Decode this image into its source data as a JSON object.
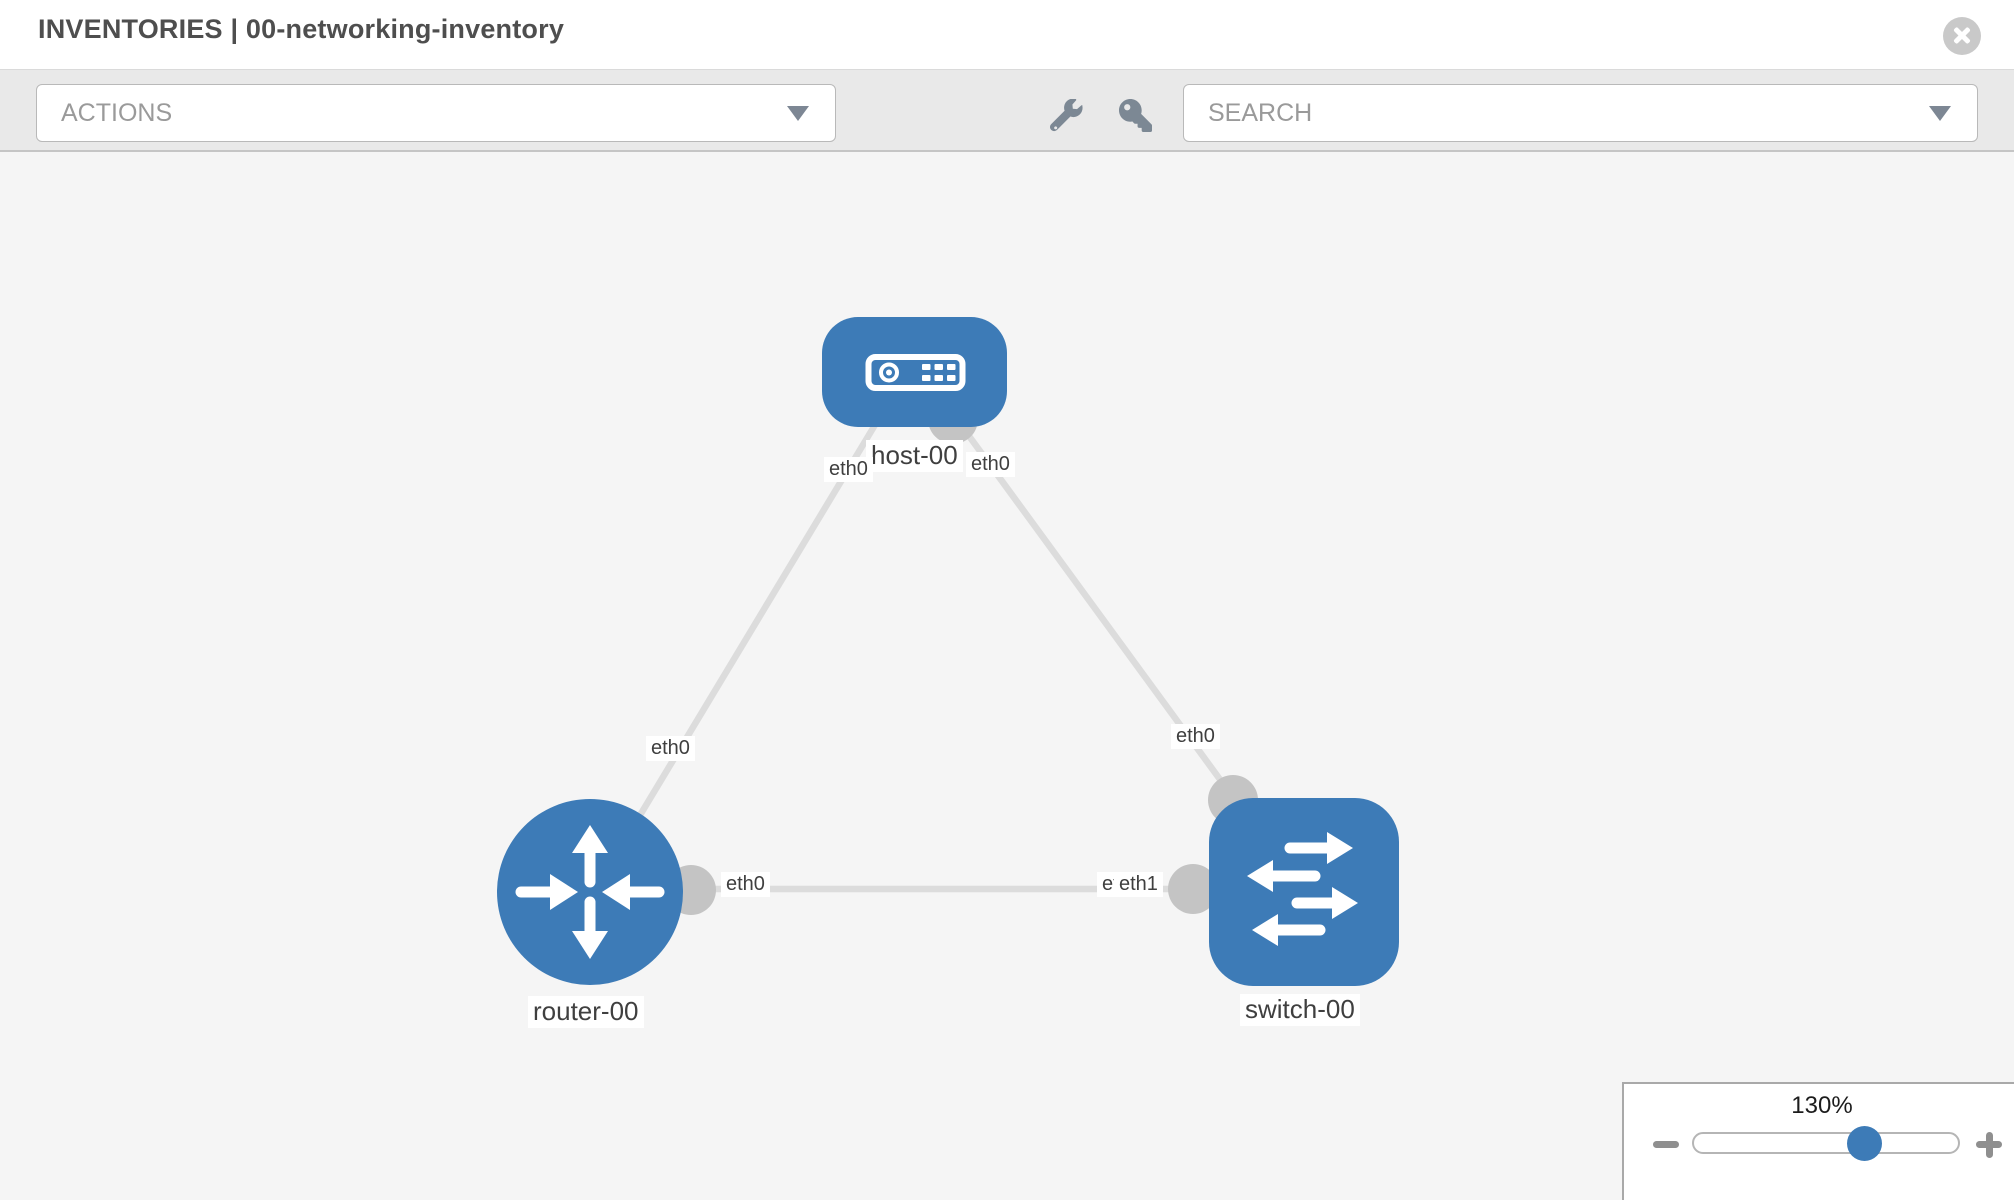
{
  "header": {
    "title": "INVENTORIES | 00-networking-inventory"
  },
  "toolbar": {
    "actions_label": "ACTIONS",
    "search_placeholder": "SEARCH"
  },
  "icons": {
    "close": "x-circle",
    "actions_caret": "caret-down",
    "search_caret": "caret-down",
    "toolbar_buttons": [
      "wrench",
      "key"
    ],
    "zoom_out": "minus",
    "zoom_in": "plus",
    "host_node": "server-device",
    "router_node": "crossed-arrows",
    "switch_node": "exchange-arrows"
  },
  "topology": {
    "nodes": [
      {
        "label": "host-00",
        "type": "host"
      },
      {
        "label": "router-00",
        "type": "router"
      },
      {
        "label": "switch-00",
        "type": "switch"
      }
    ],
    "links": [
      {
        "source": "host-00",
        "target": "router-00",
        "source_interface": "eth0",
        "target_interface": "eth0"
      },
      {
        "source": "host-00",
        "target": "switch-00",
        "source_interface": "eth0",
        "target_interface": "eth0"
      },
      {
        "source": "router-00",
        "target": "switch-00",
        "source_interface": "eth0",
        "target_interface": "eth1",
        "overlapped_interface_label": "eth0"
      }
    ]
  },
  "zoom_control": {
    "value": "130%"
  },
  "colors": {
    "accent": "#3d7bb7",
    "node": "#3d7bb7",
    "link": "#dcdcdc",
    "port": "#c4c4c4",
    "canvas": "#f5f5f5",
    "toolbar_bg": "#e9e9e9",
    "label_text": "#3f3f3f",
    "muted_text": "#9a9a9a",
    "icon_gray": "#7c8894",
    "title_text": "#4e4e4e"
  }
}
